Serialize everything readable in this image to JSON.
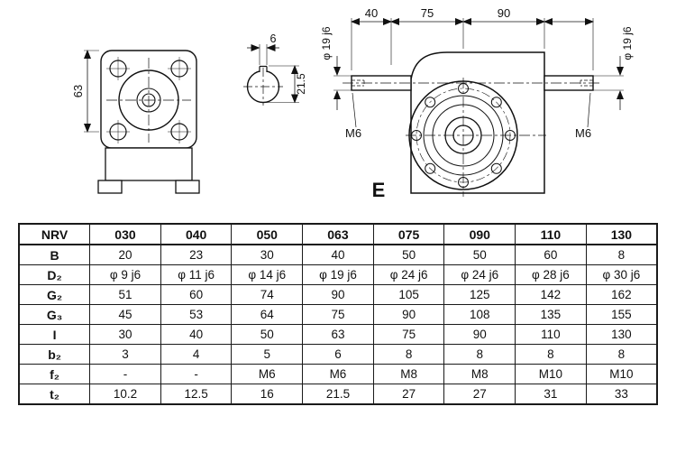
{
  "drawing": {
    "front_view": {
      "height_dim": "63"
    },
    "shaft_section": {
      "key_width": "6",
      "key_height": "21.5"
    },
    "side_view": {
      "dim_left": "40",
      "dim_mid": "75",
      "dim_right": "90",
      "shaft_dia_left": "φ 19 j6",
      "shaft_dia_right": "φ 19 j6",
      "thread_left": "M6",
      "thread_right": "M6",
      "view_label": "E"
    }
  },
  "table": {
    "header": [
      "NRV",
      "030",
      "040",
      "050",
      "063",
      "075",
      "090",
      "110",
      "130"
    ],
    "rows": [
      {
        "label": "B",
        "values": [
          "20",
          "23",
          "30",
          "40",
          "50",
          "50",
          "60",
          "8"
        ]
      },
      {
        "label": "D₂",
        "values": [
          "φ 9 j6",
          "φ 11 j6",
          "φ 14 j6",
          "φ 19 j6",
          "φ 24 j6",
          "φ 24 j6",
          "φ 28 j6",
          "φ 30 j6"
        ]
      },
      {
        "label": "G₂",
        "values": [
          "51",
          "60",
          "74",
          "90",
          "105",
          "125",
          "142",
          "162"
        ]
      },
      {
        "label": "G₃",
        "values": [
          "45",
          "53",
          "64",
          "75",
          "90",
          "108",
          "135",
          "155"
        ]
      },
      {
        "label": "I",
        "values": [
          "30",
          "40",
          "50",
          "63",
          "75",
          "90",
          "110",
          "130"
        ]
      },
      {
        "label": "b₂",
        "values": [
          "3",
          "4",
          "5",
          "6",
          "8",
          "8",
          "8",
          "8"
        ]
      },
      {
        "label": "f₂",
        "values": [
          "-",
          "-",
          "M6",
          "M6",
          "M8",
          "M8",
          "M10",
          "M10"
        ]
      },
      {
        "label": "t₂",
        "values": [
          "10.2",
          "12.5",
          "16",
          "21.5",
          "27",
          "27",
          "31",
          "33"
        ]
      }
    ]
  }
}
